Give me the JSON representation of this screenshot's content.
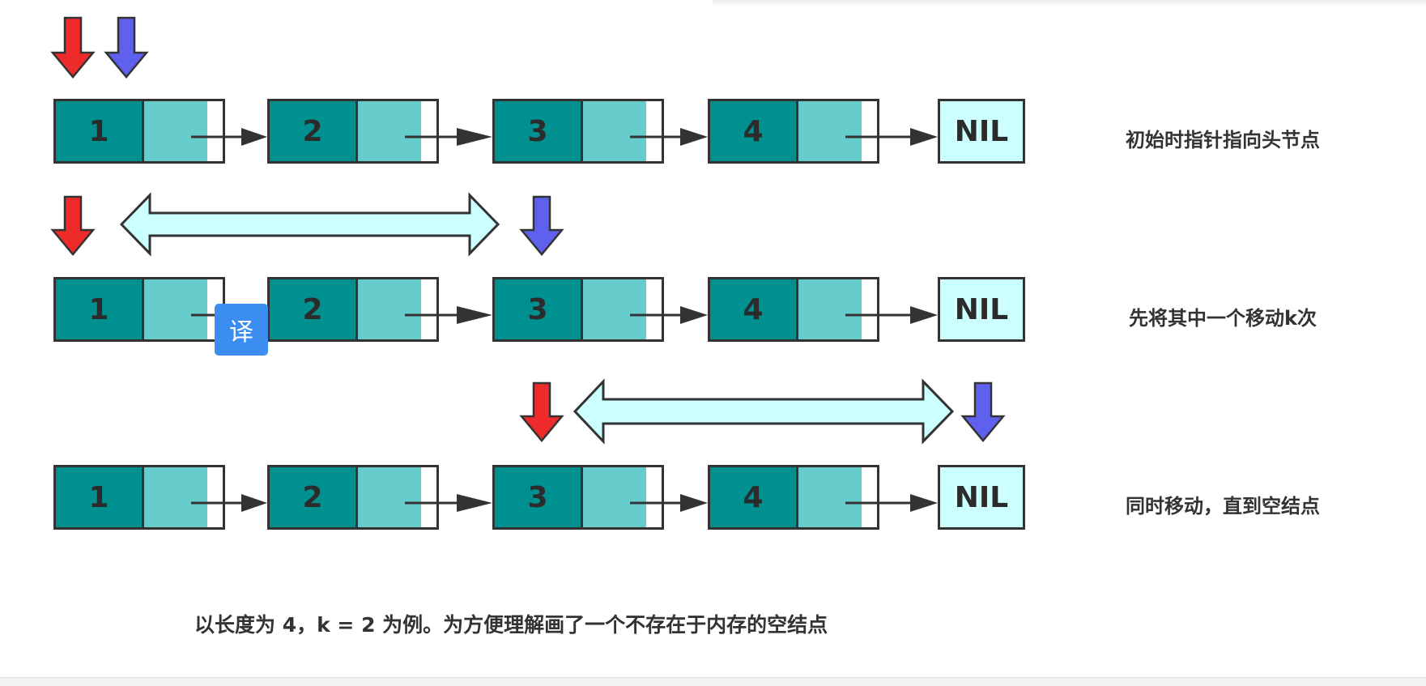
{
  "row_labels": {
    "row1": "初始时指针指向头节点",
    "row2": "先将其中一个移动k次",
    "row3": "同时移动，直到空结点"
  },
  "node_values": [
    "1",
    "2",
    "3",
    "4"
  ],
  "nil_label": "NIL",
  "caption": "以长度为 4，k = 2 为例。为方便理解画了一个不存在于内存的空结点",
  "translate_button": "译",
  "colors": {
    "value_cell": "#009090",
    "pointer_cell": "#66cccc",
    "nil_cell": "#ccffff",
    "pointer_red": "#ee2a2a",
    "pointer_blue": "#6060ee",
    "gap_arrow": "#ccffff"
  }
}
